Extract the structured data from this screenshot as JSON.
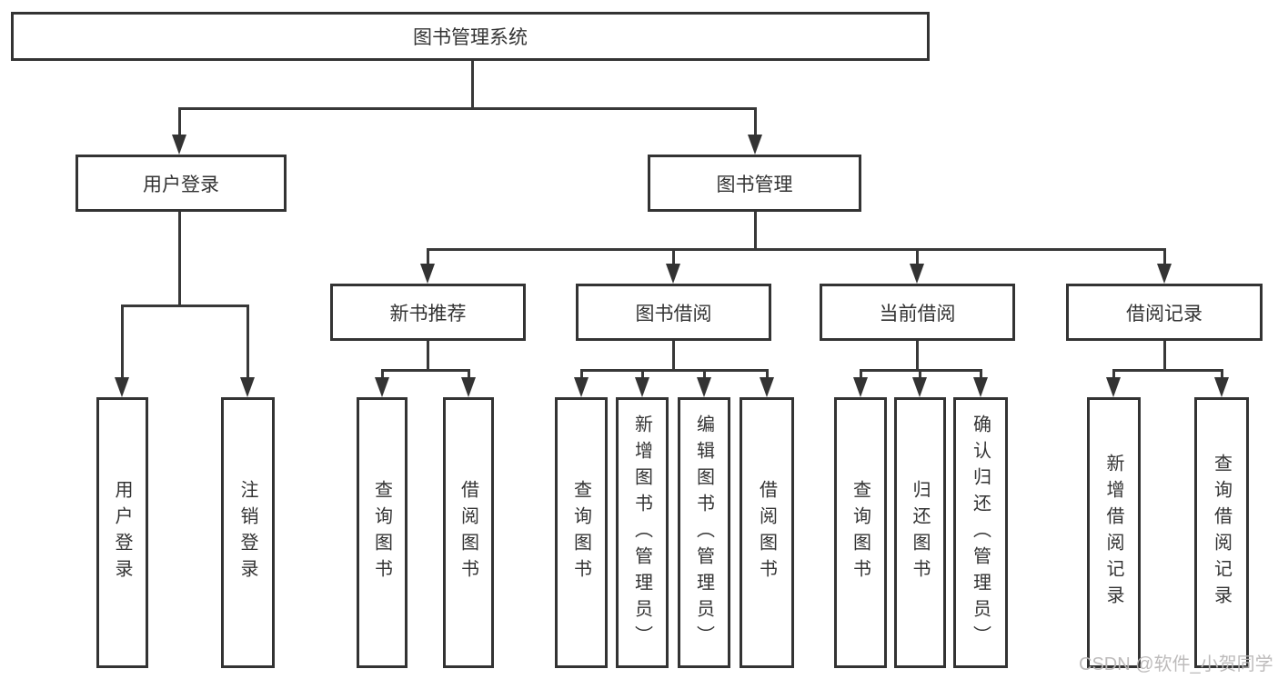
{
  "title": {
    "label": "图书管理系统"
  },
  "user_login_branch": {
    "label": "用户登录",
    "children": [
      {
        "label": "用户登录"
      },
      {
        "label": "注销登录"
      }
    ]
  },
  "book_mgmt_branch": {
    "label": "图书管理",
    "groups": [
      {
        "label": "新书推荐",
        "children": [
          {
            "label": "查询图书"
          },
          {
            "label": "借阅图书"
          }
        ]
      },
      {
        "label": "图书借阅",
        "children": [
          {
            "label": "查询图书"
          },
          {
            "label": "新增图书（管理员）"
          },
          {
            "label": "编辑图书（管理员）"
          },
          {
            "label": "借阅图书"
          }
        ]
      },
      {
        "label": "当前借阅",
        "children": [
          {
            "label": "查询图书"
          },
          {
            "label": "归还图书"
          },
          {
            "label": "确认归还（管理员）"
          }
        ]
      },
      {
        "label": "借阅记录",
        "children": [
          {
            "label": "新增借阅记录"
          },
          {
            "label": "查询借阅记录"
          }
        ]
      }
    ]
  },
  "watermark": "CSDN @软件_小贺同学",
  "colors": {
    "line": "#333333",
    "text": "#333333",
    "background": "#ffffff",
    "watermark": "#b9b7b7"
  }
}
